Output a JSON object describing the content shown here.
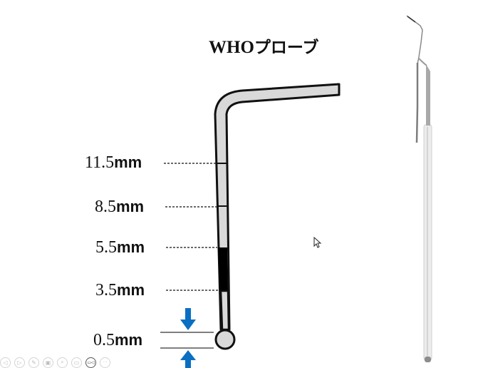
{
  "slide": {
    "title_latin": "WHO",
    "title_japanese": "プローブ",
    "markings": [
      {
        "label_num": "11.5",
        "label_unit": "mm"
      },
      {
        "label_num": "8.5",
        "label_unit": "mm"
      },
      {
        "label_num": "5.5",
        "label_unit": "mm"
      },
      {
        "label_num": "3.5",
        "label_unit": "mm"
      },
      {
        "label_num": "0.5",
        "label_unit": "mm"
      }
    ],
    "colors": {
      "probe_fill": "#d9d9d9",
      "probe_outline": "#111111",
      "band_black": "#000000",
      "arrow_blue": "#0a6fc2"
    }
  },
  "toolbar": {
    "buttons": [
      {
        "icon": "previous-icon",
        "glyph": "◁"
      },
      {
        "icon": "next-icon",
        "glyph": "▷"
      },
      {
        "icon": "pen-icon",
        "glyph": "✎"
      },
      {
        "icon": "slides-icon",
        "glyph": "▣"
      },
      {
        "icon": "zoom-icon",
        "glyph": "⌕"
      },
      {
        "icon": "subtitle-icon",
        "glyph": "▭"
      },
      {
        "icon": "camera-icon",
        "glyph": "▭◁"
      },
      {
        "icon": "more-icon",
        "glyph": "···"
      }
    ]
  }
}
